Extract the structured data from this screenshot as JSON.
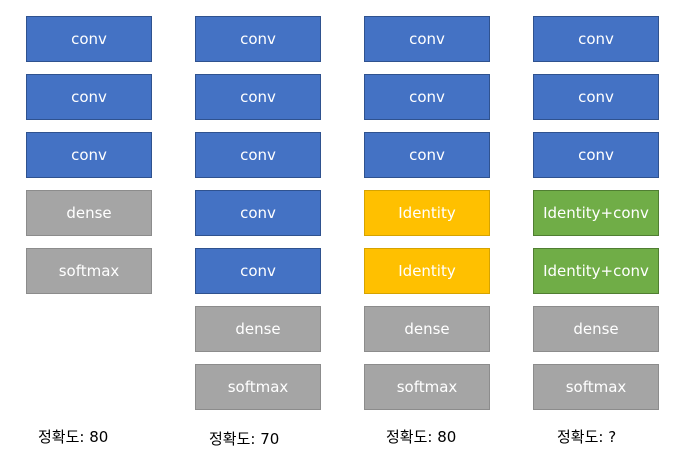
{
  "columns": [
    {
      "blocks": [
        {
          "label": "conv",
          "kind": "conv"
        },
        {
          "label": "conv",
          "kind": "conv"
        },
        {
          "label": "conv",
          "kind": "conv"
        },
        {
          "label": "dense",
          "kind": "dense"
        },
        {
          "label": "softmax",
          "kind": "softmax"
        }
      ],
      "accuracy": "정확도: 80"
    },
    {
      "blocks": [
        {
          "label": "conv",
          "kind": "conv"
        },
        {
          "label": "conv",
          "kind": "conv"
        },
        {
          "label": "conv",
          "kind": "conv"
        },
        {
          "label": "conv",
          "kind": "conv"
        },
        {
          "label": "conv",
          "kind": "conv"
        },
        {
          "label": "dense",
          "kind": "dense"
        },
        {
          "label": "softmax",
          "kind": "softmax"
        }
      ],
      "accuracy": "정확도: 70"
    },
    {
      "blocks": [
        {
          "label": "conv",
          "kind": "conv"
        },
        {
          "label": "conv",
          "kind": "conv"
        },
        {
          "label": "conv",
          "kind": "conv"
        },
        {
          "label": "Identity",
          "kind": "identity"
        },
        {
          "label": "Identity",
          "kind": "identity"
        },
        {
          "label": "dense",
          "kind": "dense"
        },
        {
          "label": "softmax",
          "kind": "softmax"
        }
      ],
      "accuracy": "정확도: 80"
    },
    {
      "blocks": [
        {
          "label": "conv",
          "kind": "conv"
        },
        {
          "label": "conv",
          "kind": "conv"
        },
        {
          "label": "conv",
          "kind": "conv"
        },
        {
          "label": "Identity+conv",
          "kind": "identity-conv"
        },
        {
          "label": "Identity+conv",
          "kind": "identity-conv"
        },
        {
          "label": "dense",
          "kind": "dense"
        },
        {
          "label": "softmax",
          "kind": "softmax"
        }
      ],
      "accuracy": "정확도: ?"
    }
  ],
  "colors": {
    "conv": "#4472c4",
    "dense": "#a5a5a5",
    "softmax": "#a5a5a5",
    "identity": "#ffc000",
    "identity_conv": "#70ad47"
  }
}
